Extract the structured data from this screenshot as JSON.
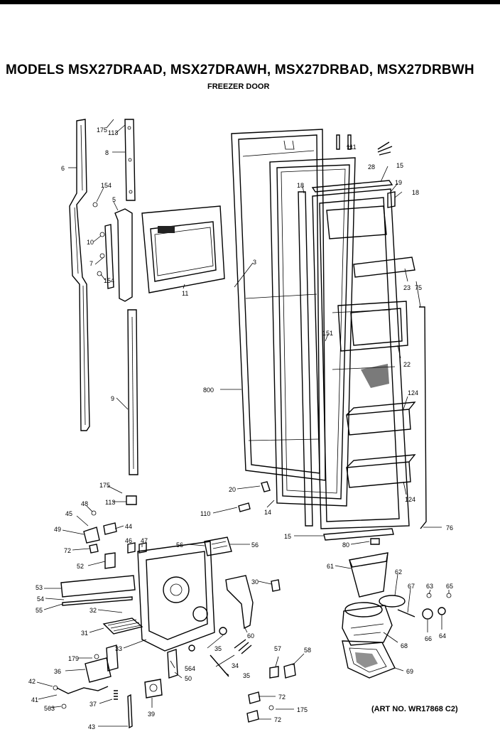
{
  "title": "MODELS MSX27DRAAD, MSX27DRAWH, MSX27DRBAD, MSX27DRBWH",
  "subtitle": "FREEZER DOOR",
  "art_number": "(ART NO. WR17868 C2)",
  "callouts": [
    "175",
    "113",
    "6",
    "8",
    "154",
    "5",
    "10",
    "7",
    "154",
    "11",
    "3",
    "18",
    "111",
    "28",
    "15",
    "19",
    "18",
    "23",
    "75",
    "151",
    "22",
    "800",
    "9",
    "124",
    "124",
    "175",
    "113",
    "20",
    "14",
    "110",
    "15",
    "76",
    "80",
    "48",
    "45",
    "44",
    "49",
    "46",
    "47",
    "72",
    "52",
    "56",
    "56",
    "30",
    "61",
    "62",
    "67",
    "63",
    "65",
    "53",
    "54",
    "55",
    "32",
    "31",
    "33",
    "60",
    "66",
    "64",
    "68",
    "179",
    "35",
    "34",
    "57",
    "58",
    "36",
    "564",
    "50",
    "35",
    "42",
    "41",
    "563",
    "37",
    "39",
    "72",
    "175",
    "72",
    "43",
    "69"
  ]
}
